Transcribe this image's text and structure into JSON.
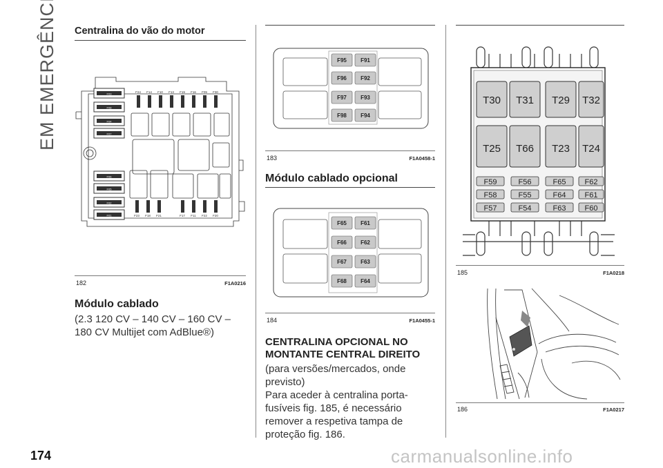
{
  "section_label": "EM EMERGÊNCIA",
  "page_number": "174",
  "col1": {
    "title": "Centralina do vão do motor",
    "figure": {
      "number": "182",
      "code": "F1A0216"
    },
    "fuse_diagram": {
      "left_column": [
        "F03",
        "F08",
        "F04",
        "F07",
        "F06",
        "F05",
        "F02",
        "F01"
      ],
      "top_labels": [
        "F24",
        "F14",
        "F10",
        "F13",
        "F19",
        "F16",
        "F09",
        "F30"
      ],
      "bottom_labels_left": [
        "F23",
        "F18",
        "F21"
      ],
      "bottom_labels_right": [
        "F17",
        "F11",
        "F22",
        "F20"
      ]
    },
    "subtitle": "Módulo cablado",
    "body": "(2.3 120 CV – 140 CV – 160 CV – 180 CV Multijet com AdBlue®)"
  },
  "col2": {
    "figure1": {
      "number": "183",
      "code": "F1A0458-1",
      "rows": [
        [
          "F95",
          "F91"
        ],
        [
          "F96",
          "F92"
        ],
        [
          "F97",
          "F93"
        ],
        [
          "F98",
          "F94"
        ]
      ]
    },
    "subtitle": "Módulo cablado opcional",
    "figure2": {
      "number": "184",
      "code": "F1A0455-1",
      "rows": [
        [
          "F65",
          "F61"
        ],
        [
          "F66",
          "F62"
        ],
        [
          "F67",
          "F63"
        ],
        [
          "F68",
          "F64"
        ]
      ]
    },
    "heading": "CENTRALINA OPCIONAL NO MONTANTE CENTRAL DIREITO",
    "paragraph1": "(para versões/mercados, onde previsto)",
    "paragraph2": "Para aceder à centralina porta-fusíveis fig. 185, é necessário remover a respetiva tampa de proteção fig. 186."
  },
  "col3": {
    "figure1": {
      "number": "185",
      "code": "F1A0218",
      "relays_top": [
        "T30",
        "T31",
        "T29",
        "T32"
      ],
      "relays_bottom": [
        "T25",
        "T66",
        "T23",
        "T24"
      ],
      "fuse_rows": [
        [
          "F59",
          "F56",
          "F65",
          "F62"
        ],
        [
          "F58",
          "F55",
          "F64",
          "F61"
        ],
        [
          "F57",
          "F54",
          "F63",
          "F60"
        ]
      ]
    },
    "figure2": {
      "number": "186",
      "code": "F1A0217"
    }
  },
  "watermark": "carmanualsonline.info"
}
